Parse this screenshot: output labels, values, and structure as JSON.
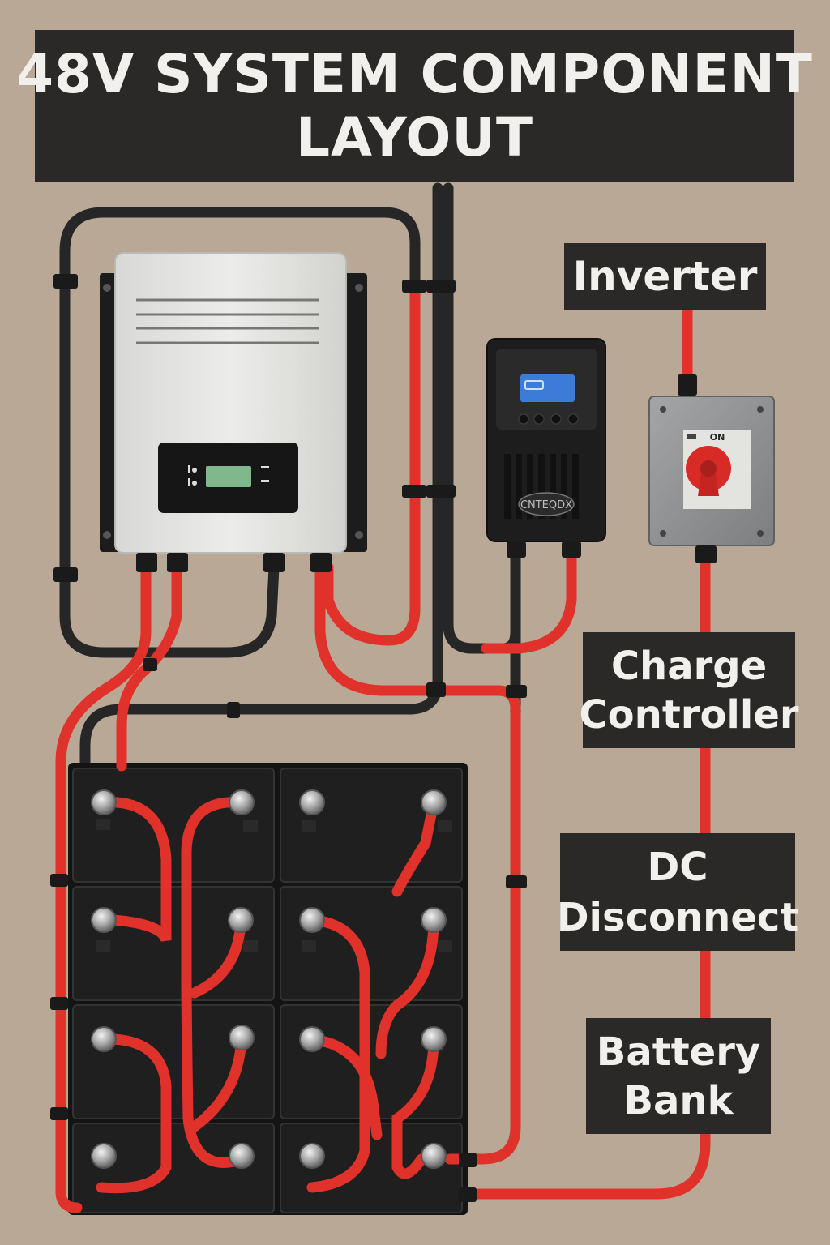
{
  "title": {
    "line1": "48V SYSTEM COMPONENT",
    "line2": "LAYOUT"
  },
  "labels": {
    "inverter": "Inverter",
    "charge_controller": [
      "Charge",
      "Controller"
    ],
    "dc_disconnect": [
      "DC",
      "Disconnect"
    ],
    "battery_bank": [
      "Battery",
      "Bank"
    ]
  },
  "devices": {
    "charge_controller_brand": "CNTEQDX",
    "disconnect_state": "ON"
  },
  "colors": {
    "background": "#b9a896",
    "label_bg": "#2a2928",
    "cable_red": "#e0322b",
    "cable_black": "#262626",
    "battery": "#1f1f1f",
    "inverter_body": "#e4e4e2",
    "disconnect_body": "#8c8e90",
    "handle_red": "#d92b25"
  }
}
